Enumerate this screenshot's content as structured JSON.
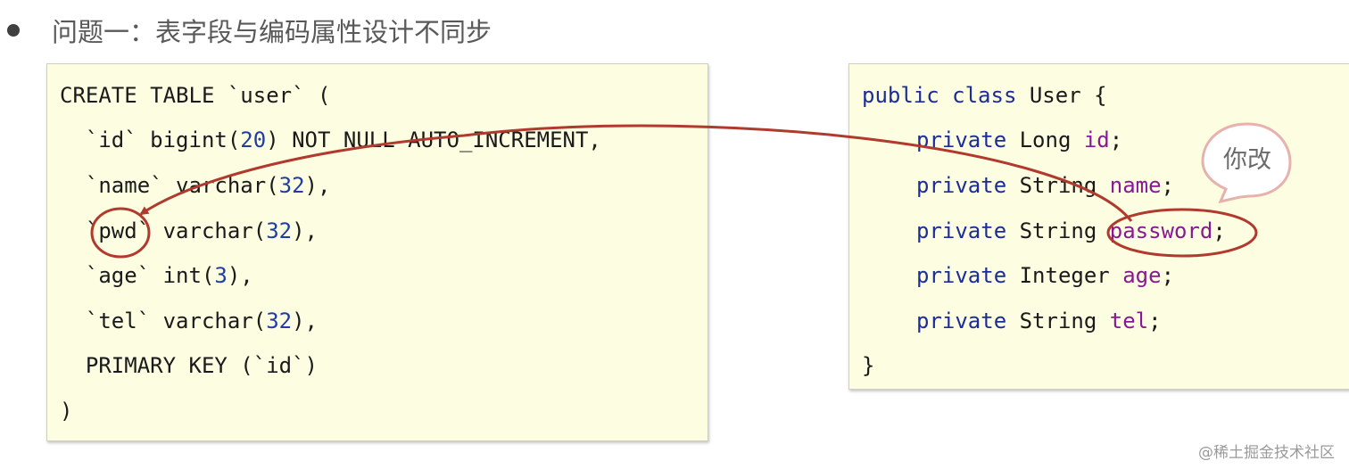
{
  "heading": "问题一：表字段与编码属性设计不同步",
  "sql": {
    "l1": "CREATE TABLE `user` (",
    "l2a": "  `id` bigint(",
    "l2n": "20",
    "l2b": ") NOT NULL AUTO_INCREMENT,",
    "l3a": "  `name` varchar(",
    "l3n": "32",
    "l3b": "),",
    "l4a": "  `pwd` varchar(",
    "l4n": "32",
    "l4b": "),",
    "l5a": "  `age` int(",
    "l5n": "3",
    "l5b": "),",
    "l6a": "  `tel` varchar(",
    "l6n": "32",
    "l6b": "),",
    "l7": "  PRIMARY KEY (`id`)",
    "l8": ")"
  },
  "java": {
    "l1_public": "public",
    "l1_class": "class",
    "l1_rest": " User {",
    "private": "private",
    "l2_type": " Long ",
    "l2_field": "id",
    "l2_end": ";",
    "l3_type": " String ",
    "l3_field": "name",
    "l3_end": ";",
    "l4_type": " String ",
    "l4_field": "password",
    "l4_end": ";",
    "l5_type": " Integer ",
    "l5_field": "age",
    "l5_end": ";",
    "l6_type": " String ",
    "l6_field": "tel",
    "l6_end": ";",
    "l7": "}"
  },
  "bubble": "你改",
  "watermark": "@稀土掘金技术社区",
  "colors": {
    "panel_bg": "#fdfde1",
    "keyword": "#1a2d9a",
    "number": "#1f3da3",
    "field": "#871a94",
    "annotation": "#b03a2e"
  },
  "icons": {
    "bullet": "bullet-dot-icon",
    "arrow": "curved-arrow-icon",
    "bubble": "speech-bubble-icon"
  }
}
